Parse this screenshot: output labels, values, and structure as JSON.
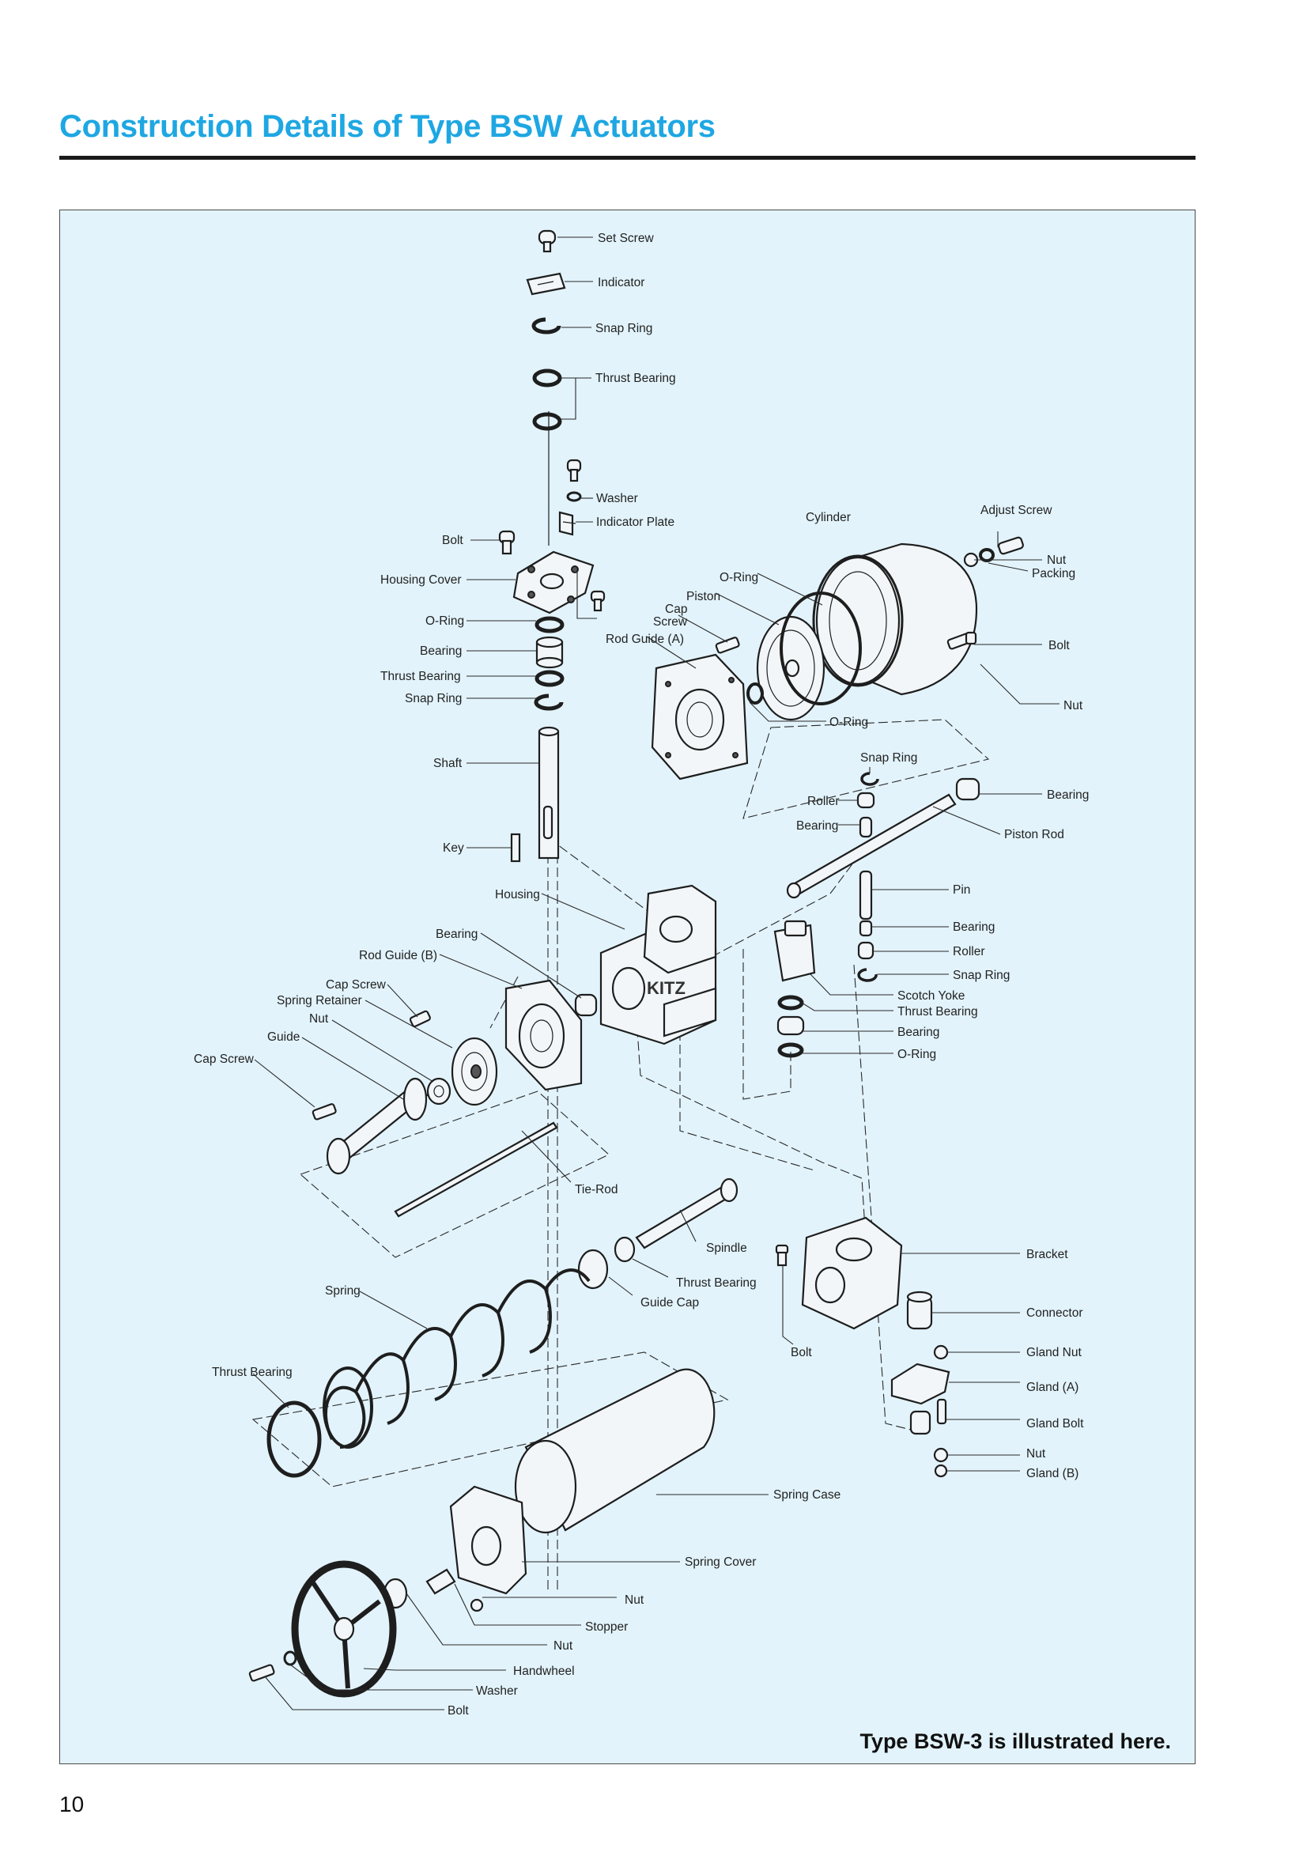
{
  "page": {
    "title": "Construction Details of Type BSW Actuators",
    "caption": "Type BSW-3 is illustrated here.",
    "page_number": "10"
  },
  "labels": {
    "set_screw": "Set Screw",
    "indicator": "Indicator",
    "snap_ring_top": "Snap Ring",
    "thrust_bearing_top": "Thrust Bearing",
    "washer_top": "Washer",
    "indicator_plate": "Indicator Plate",
    "bolt_cover": "Bolt",
    "housing_cover": "Housing Cover",
    "o_ring_cover": "O-Ring",
    "bearing_cover": "Bearing",
    "thrust_bearing_cover": "Thrust Bearing",
    "snap_ring_cover": "Snap Ring",
    "shaft": "Shaft",
    "key": "Key",
    "cylinder": "Cylinder",
    "adjust_screw": "Adjust Screw",
    "nut_adjust": "Nut",
    "packing": "Packing",
    "o_ring_piston": "O-Ring",
    "piston": "Piston",
    "cap": "Cap",
    "screw": "Screw",
    "rod_guide_a": "Rod Guide (A)",
    "bolt_cylinder": "Bolt",
    "nut_cylinder": "Nut",
    "o_ring_rod": "O-Ring",
    "snap_ring_roller": "Snap Ring",
    "roller_top": "Roller",
    "bearing_roller": "Bearing",
    "bearing_piston_rod": "Bearing",
    "piston_rod": "Piston Rod",
    "housing": "Housing",
    "bearing_housing": "Bearing",
    "rod_guide_b": "Rod Guide (B)",
    "pin": "Pin",
    "bearing_pin": "Bearing",
    "roller_pin": "Roller",
    "snap_ring_pin": "Snap Ring",
    "scotch_yoke": "Scotch Yoke",
    "thrust_bearing_yoke": "Thrust Bearing",
    "bearing_yoke": "Bearing",
    "o_ring_yoke": "O-Ring",
    "cap_screw_mid": "Cap Screw",
    "spring_retainer": "Spring Retainer",
    "nut_retainer": "Nut",
    "guide": "Guide",
    "cap_screw_left": "Cap Screw",
    "tie_rod": "Tie-Rod",
    "spindle": "Spindle",
    "thrust_bearing_spindle": "Thrust Bearing",
    "guide_cap": "Guide Cap",
    "spring": "Spring",
    "thrust_bearing_spring": "Thrust Bearing",
    "bracket": "Bracket",
    "bolt_bracket": "Bolt",
    "connector": "Connector",
    "gland_nut": "Gland Nut",
    "gland_a": "Gland (A)",
    "gland_bolt": "Gland Bolt",
    "nut_gland": "Nut",
    "gland_b": "Gland (B)",
    "spring_case": "Spring Case",
    "spring_cover": "Spring Cover",
    "nut_cover": "Nut",
    "stopper": "Stopper",
    "nut_stopper": "Nut",
    "handwheel": "Handwheel",
    "washer_hand": "Washer",
    "bolt_hand": "Bolt"
  },
  "accent_colors": {
    "title": "#1ea7e2",
    "panel_background": "#e2f3fb",
    "line": "#1e1e1e"
  }
}
